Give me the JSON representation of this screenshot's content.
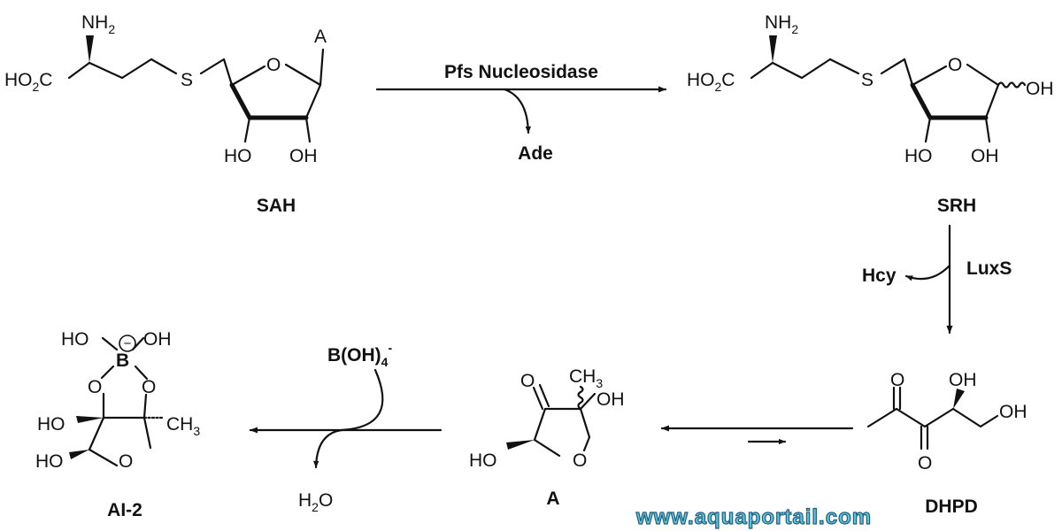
{
  "colors": {
    "ink": "#111111",
    "watermark_fill": "#5fc4d6",
    "watermark_stroke": "#1d5f83"
  },
  "compounds": {
    "sah": {
      "label": "SAH",
      "nh2": "NH",
      "ho2c": "HO",
      "ho2c_tail": "C",
      "s": "S",
      "a": "A",
      "o": "O",
      "ho": "HO",
      "oh": "OH"
    },
    "srh": {
      "label": "SRH",
      "nh2": "NH",
      "ho2c": "HO",
      "ho2c_tail": "C",
      "s": "S",
      "o": "O",
      "oh_anomeric": "OH",
      "ho": "HO",
      "oh": "OH"
    },
    "dhpd": {
      "label": "DHPD",
      "o_top": "O",
      "oh_top": "OH",
      "oh_right": "OH",
      "o_bottom": "O"
    },
    "a": {
      "label": "A",
      "o_keto": "O",
      "ch3": "CH",
      "oh": "OH",
      "ho": "HO",
      "o_ring": "O"
    },
    "ai2": {
      "label": "AI-2",
      "ho_left": "HO",
      "oh_right": "OH",
      "b": "B",
      "charge": "−",
      "o_left": "O",
      "o_right": "O",
      "ho_mid": "HO",
      "ch3": "CH",
      "ho_low": "HO",
      "o_ring": "O"
    }
  },
  "subscripts": {
    "two": "2",
    "three": "3",
    "four": "4"
  },
  "reactions": {
    "step1": {
      "enzyme": "Pfs Nucleosidase",
      "byproduct": "Ade"
    },
    "step2": {
      "enzyme": "LuxS",
      "byproduct": "Hcy"
    },
    "step4": {
      "reagent": "B(OH)",
      "reagent_sub": "4",
      "reagent_sup": "-",
      "byproduct": "H",
      "byproduct_sub": "2",
      "byproduct_tail": "O"
    }
  },
  "watermark": "www.aquaportail.com"
}
